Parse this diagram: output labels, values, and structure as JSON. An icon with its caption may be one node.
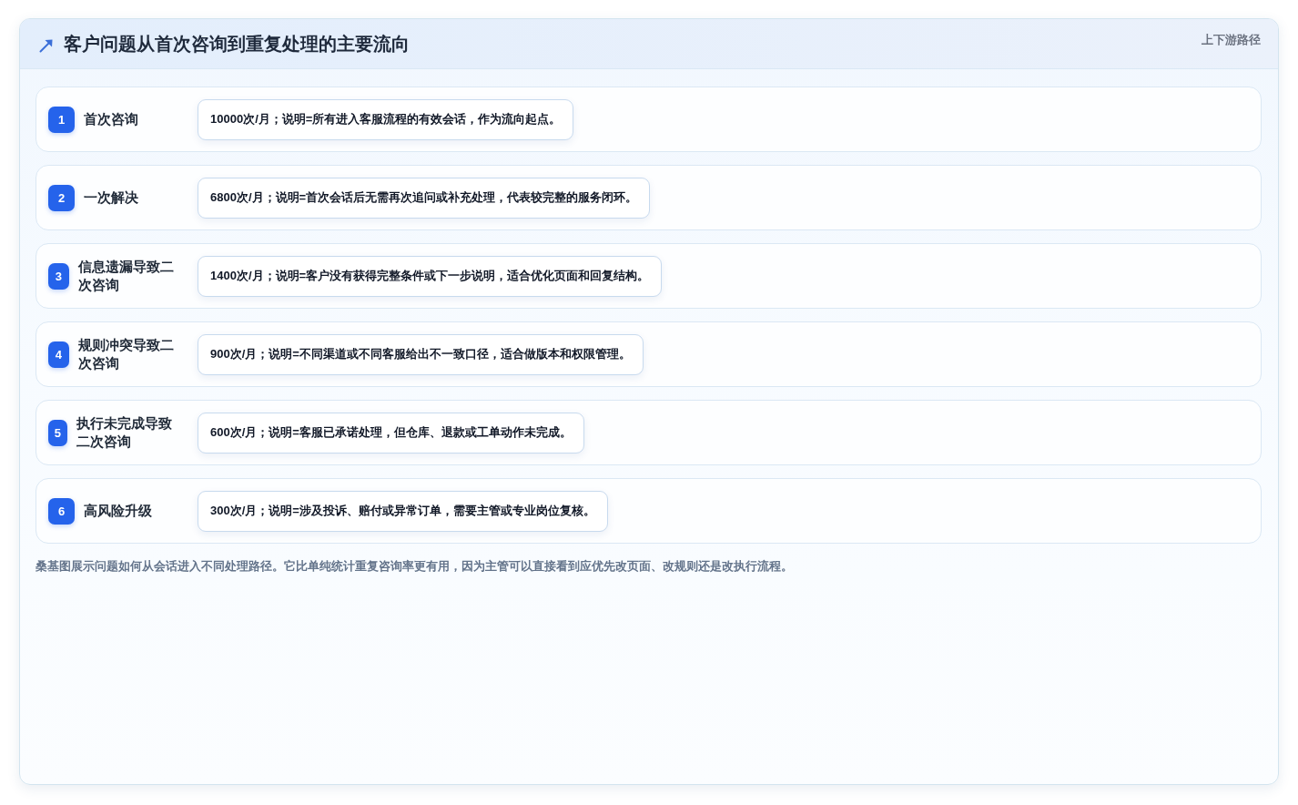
{
  "diagram": {
    "title": "客户问题从首次咨询到重复处理的主要流向",
    "caption": "桑基图展示问题如何从会话进入不同处理路径。它比单纯统计重复咨询率更有用，因为主管可以直接看到应优先改页面、改规则还是改执行流程。",
    "nodes": [
      {
        "text": [
          "首次咨询"
        ]
      },
      {
        "text": [
          "1"
        ],
        "in": 0
      },
      {
        "text": [
          "10000次/月；说明=所有进入客服流程的有效会话，作为流向起点。"
        ],
        "in": 0
      },
      {
        "text": [
          "一次解决"
        ]
      },
      {
        "text": [
          "2"
        ],
        "in": 3
      },
      {
        "text": [
          "6800次/月；说明=首次会话后无需再次追问或补充处理，代表较完整的服务闭环。"
        ],
        "in": 3
      },
      {
        "text": [
          "信息遗漏导致二次咨询"
        ]
      },
      {
        "text": [
          "3"
        ],
        "in": 6
      },
      {
        "text": [
          "1400次/月；说明=客户没有获得完整条件或下一步说明，适合优化页面和回复结构。"
        ],
        "in": 6
      },
      {
        "text": [
          "规则冲突导致二次咨询"
        ]
      },
      {
        "text": [
          "4"
        ],
        "in": 9
      },
      {
        "text": [
          "900次/月；说明=不同渠道或不同客服给出不一致口径，适合做版本和权限管理。"
        ],
        "in": 9
      },
      {
        "text": [
          "执行未完成导致二次咨询"
        ]
      },
      {
        "text": [
          "5"
        ],
        "in": 12
      },
      {
        "text": [
          "600次/月；说明=客服已承诺处理，但仓库、退款或工单动作未完成。"
        ],
        "in": 12
      },
      {
        "text": [
          "高风险升级"
        ]
      },
      {
        "text": [
          "6"
        ],
        "in": 15
      },
      {
        "text": [
          "300次/月；说明=涉及投诉、赔付或异常订单，需要主管或专业岗位复核。"
        ],
        "in": 15
      }
    ],
    "labels": [
      "上下游路径"
    ]
  }
}
